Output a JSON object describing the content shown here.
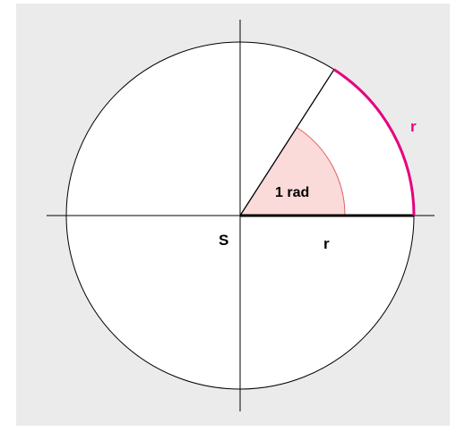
{
  "diagram": {
    "center_label": "S",
    "radius_label": "r",
    "arc_label": "r",
    "angle_label": "1 rad",
    "angle_radians": 1
  },
  "colors": {
    "background": "#ebebeb",
    "circle_fill": "#ffffff",
    "line": "#000000",
    "arc_highlight": "#e6007e",
    "sector_fill": "#fbdada",
    "angle_arc": "#e06060"
  }
}
